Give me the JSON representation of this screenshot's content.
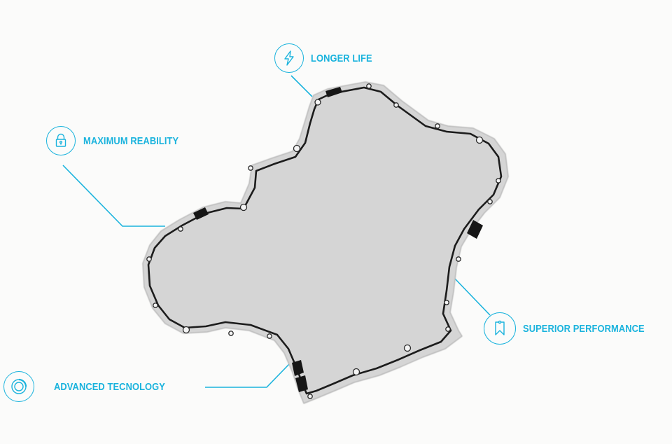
{
  "colors": {
    "accent": "#1ab3dd",
    "gasket_fill": "#d5d5d5",
    "gasket_edge": "#b9b9b9",
    "bead": "#1c1c1c",
    "seal_patch": "#161616"
  },
  "features": [
    {
      "id": "longer-life",
      "label": "LONGER LIFE",
      "icon": "lightning-icon"
    },
    {
      "id": "maximum-reability",
      "label": "MAXIMUM REABILITY",
      "icon": "padlock-icon"
    },
    {
      "id": "superior-performance",
      "label": "SUPERIOR PERFORMANCE",
      "icon": "ribbon-bookmark-icon"
    },
    {
      "id": "advanced-tecnology",
      "label": "ADVANCED TECNOLOGY",
      "icon": "concentric-circles-icon"
    }
  ]
}
